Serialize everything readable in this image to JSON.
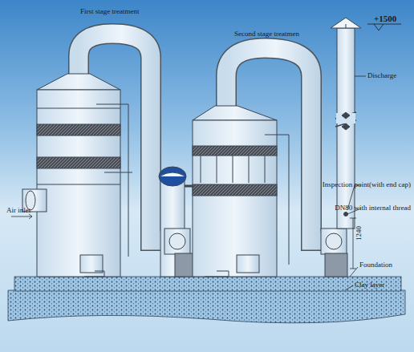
{
  "diagram": {
    "labels": [
      "First stage treatment",
      "Second stage treatmen",
      "+1500",
      "Discharge",
      "Inspection point(with end cap)",
      "DN80 with internal thread",
      "1240",
      "Foundation",
      "Clay layer",
      "Air inlet"
    ]
  }
}
